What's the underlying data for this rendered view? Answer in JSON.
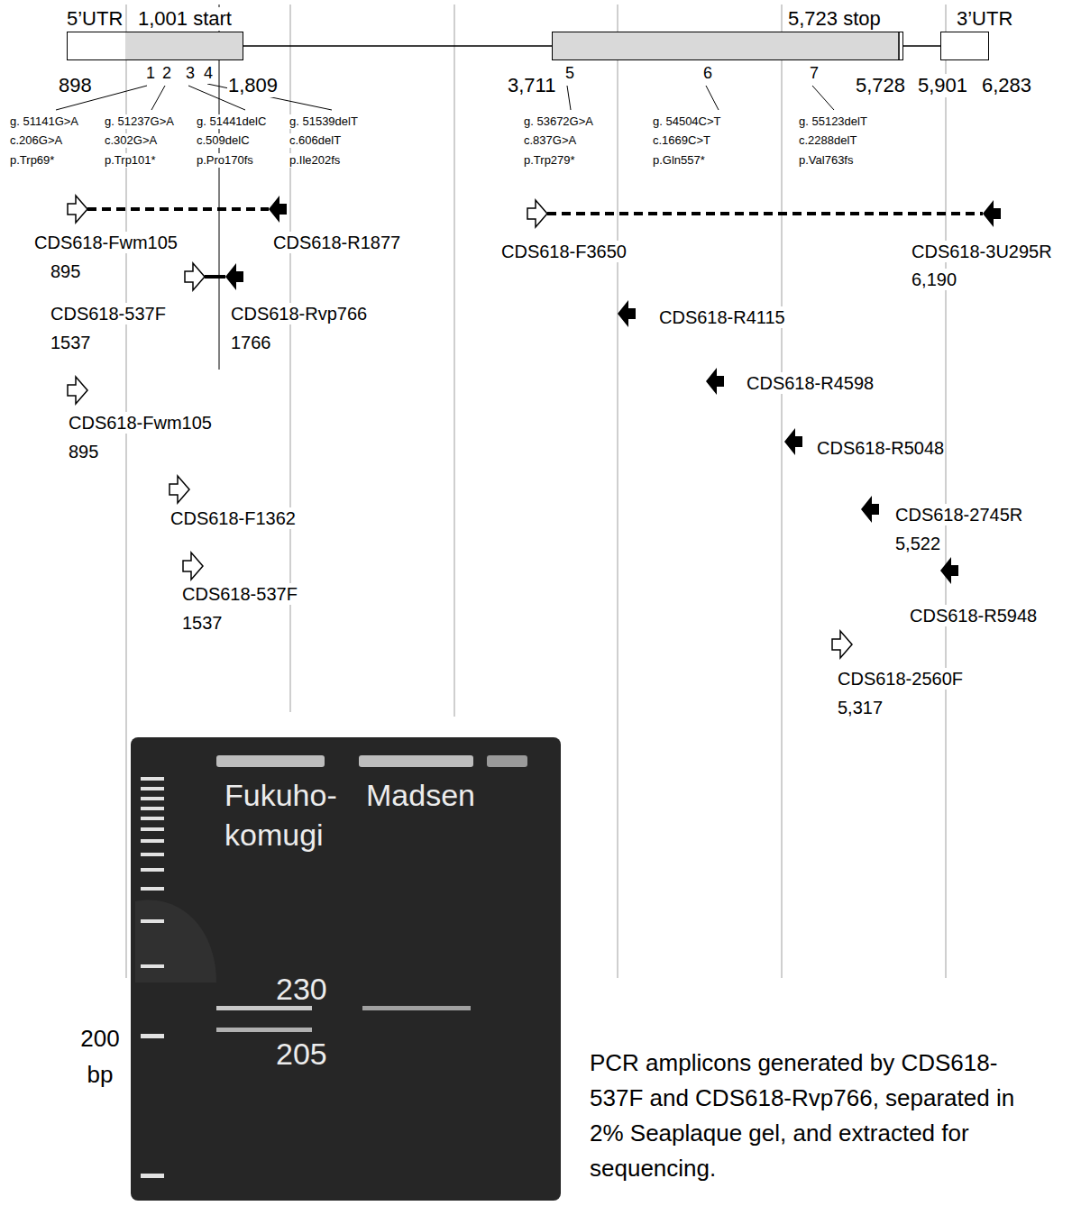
{
  "diagram": {
    "caption": "PCR amplicons generated by CDS618-537F and CDS618-Rvp766, separated in 2% Seaplaque gel, and extracted for sequencing.",
    "nodes": [
      {
        "text": [
          "5’UTR",
          "1,001 start"
        ]
      },
      {
        "text": [
          "5,723 stop"
        ]
      },
      {
        "text": [
          "3’UTR"
        ]
      }
    ],
    "edges": [
      {
        "from": 0,
        "to": 1,
        "arrow": "none"
      },
      {
        "from": 1,
        "to": 2,
        "arrow": "none"
      }
    ],
    "labels": [
      "898",
      "1",
      "2",
      "3",
      "4",
      "1,809",
      "3,711",
      "5",
      "6",
      "7",
      "5,728",
      "5,901",
      "6,283",
      "g. 51141G>A",
      "c.206G>A",
      "p.Trp69*",
      "g. 51237G>A",
      "c.302G>A",
      "p.Trp101*",
      "g. 51441delC",
      "c.509delC",
      "p.Pro170fs",
      "g. 51539delT",
      "c.606delT",
      "p.Ile202fs",
      "g. 53672G>A",
      "c.837G>A",
      "p.Trp279*",
      "g. 54504C>T",
      "c.1669C>T",
      "p.Gln557*",
      "g. 55123delT",
      "c.2288delT",
      "p.Val763fs",
      "CDS618-Fwm105",
      "895",
      "CDS618-R1877",
      "CDS618-537F",
      "1537",
      "CDS618-Rvp766",
      "1766",
      "CDS618-Fwm105",
      "895",
      "CDS618-F1362",
      "CDS618-537F",
      "1537",
      "CDS618-F3650",
      "CDS618-3U295R",
      "6,190",
      "CDS618-R4115",
      "CDS618-R4598",
      "CDS618-R5048",
      "CDS618-2745R",
      "5,522",
      "CDS618-R5948",
      "CDS618-2560F",
      "5,317",
      "Fukuho- komugi",
      "Madsen",
      "230",
      "205",
      "200 bp"
    ]
  }
}
